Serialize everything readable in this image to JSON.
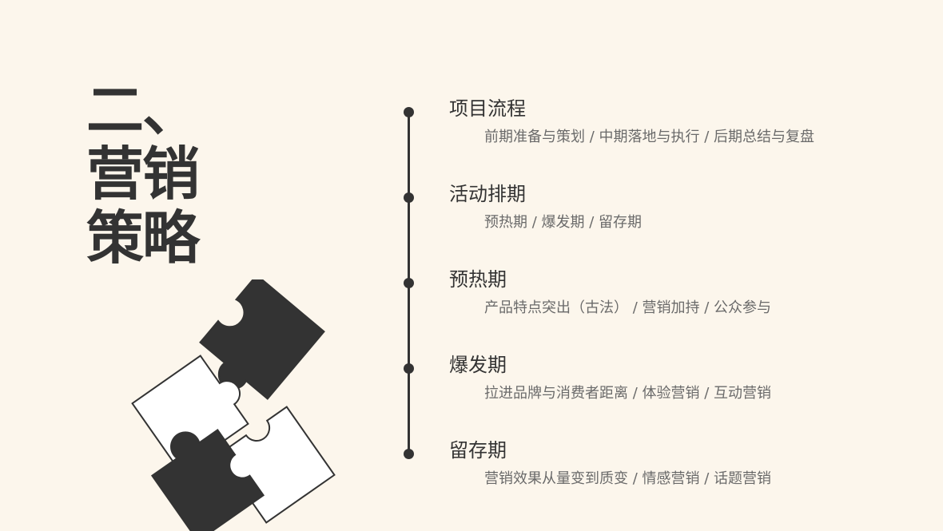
{
  "heading": {
    "line1": "二、",
    "line2": "营销",
    "line3": "策略"
  },
  "items": [
    {
      "title": "项目流程",
      "desc": "前期准备与策划 / 中期落地与执行 / 后期总结与复盘"
    },
    {
      "title": "活动排期",
      "desc": "预热期 / 爆发期 / 留存期"
    },
    {
      "title": "预热期",
      "desc": "产品特点突出（古法） / 营销加持 / 公众参与"
    },
    {
      "title": "爆发期",
      "desc": "拉进品牌与消费者距离 / 体验营销 / 互动营销"
    },
    {
      "title": "留存期",
      "desc": "营销效果从量变到质变 / 情感营销 / 话题营销"
    }
  ],
  "decor": {
    "icon": "puzzle-icon",
    "dark": "#333333",
    "light": "#ffffff",
    "background": "#fcf6ec"
  }
}
